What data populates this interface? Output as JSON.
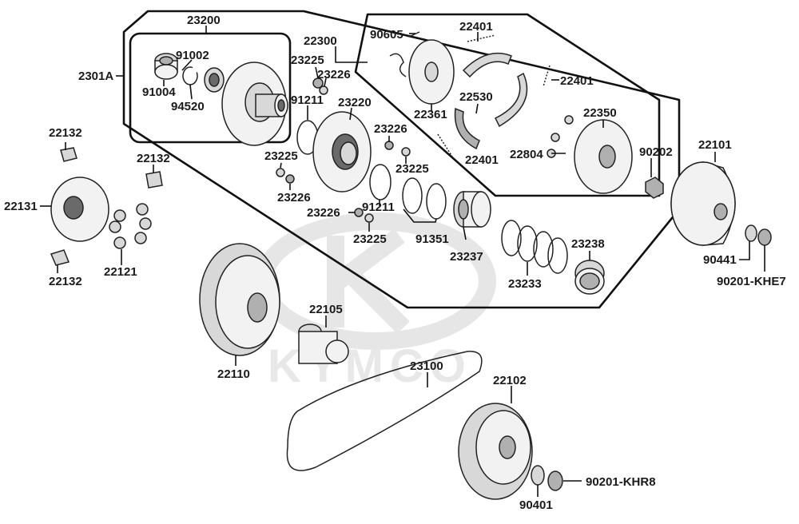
{
  "watermark": {
    "text": "KYMCO"
  },
  "labels": {
    "l23200": "23200",
    "l2301A": "2301A",
    "l91002": "91002",
    "l91004": "91004",
    "l94520": "94520",
    "l22300": "22300",
    "l90605": "90605",
    "l22401a": "22401",
    "l22401b": "22401",
    "l22401c": "22401",
    "l23225a": "23225",
    "l23226a": "23226",
    "l91211a": "91211",
    "l23220": "23220",
    "l22361": "22361",
    "l22530": "22530",
    "l22350": "22350",
    "l22804": "22804",
    "l23226b": "23226",
    "l23225b": "23225",
    "l23225c": "23225",
    "l23226c": "23226",
    "l91211b": "91211",
    "l90202": "90202",
    "l22101": "22101",
    "l22132a": "22132",
    "l22132b": "22132",
    "l22131": "22131",
    "l22132c": "22132",
    "l22121": "22121",
    "l23226d": "23226",
    "l23225d": "23225",
    "l91351": "91351",
    "l23237": "23237",
    "l23238": "23238",
    "l23233": "23233",
    "l90441": "90441",
    "l90201khe7": "90201-KHE7",
    "l22105": "22105",
    "l22110": "22110",
    "l23100": "23100",
    "l22102": "22102",
    "l90201khr8": "90201-KHR8",
    "l90401": "90401"
  }
}
